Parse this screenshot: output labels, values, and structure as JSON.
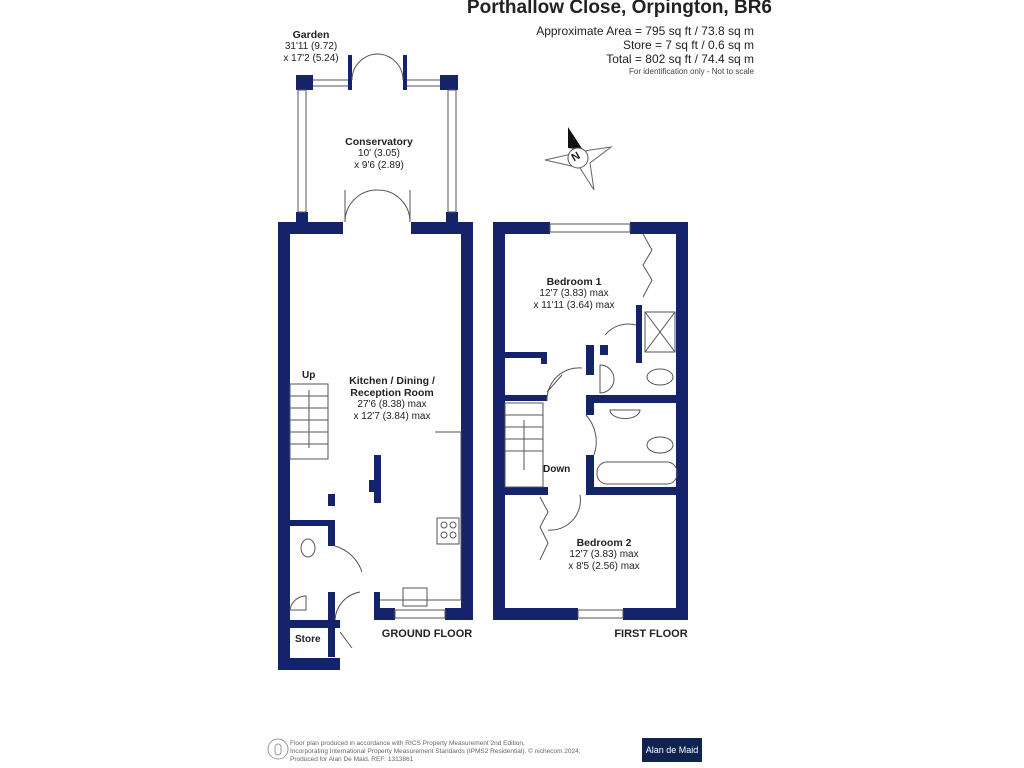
{
  "header": {
    "title": "Porthallow Close, Orpington, BR6",
    "area_lines": [
      "Approximate Area = 795 sq ft / 73.8 sq m",
      "Store = 7 sq ft / 0.6 sq m",
      "Total = 802 sq ft / 74.4 sq m"
    ],
    "note": "For identification only - Not to scale"
  },
  "rooms": {
    "garden": {
      "name": "Garden",
      "dim1": "31'11 (9.72)",
      "dim2": "x 17'2 (5.24)"
    },
    "conservatory": {
      "name": "Conservatory",
      "dim1": "10' (3.05)",
      "dim2": "x 9'6 (2.89)"
    },
    "kitchen": {
      "name1": "Kitchen / Dining /",
      "name2": "Reception Room",
      "dim1": "27'6 (8.38) max",
      "dim2": "x 12'7 (3.84) max"
    },
    "bedroom1": {
      "name": "Bedroom 1",
      "dim1": "12'7 (3.83) max",
      "dim2": "x 11'11 (3.64) max"
    },
    "bedroom2": {
      "name": "Bedroom 2",
      "dim1": "12'7 (3.83) max",
      "dim2": "x 8'5 (2.56) max"
    },
    "store": "Store",
    "up": "Up",
    "down": "Down"
  },
  "floors": {
    "ground": "GROUND FLOOR",
    "first": "FIRST FLOOR"
  },
  "compass": {
    "label": "N",
    "icon": "compass-icon"
  },
  "footer": {
    "lines": [
      "Floor plan produced in accordance with RICS Property Measurement 2nd Edition,",
      "Incorporating International Property Measurement Standards (IPMS2 Residential).   © nichecom 2024.",
      "Produced for Alan De Maid.   REF: 1313861"
    ],
    "brand": "Alan de Maid"
  },
  "colors": {
    "wall": "#14236a",
    "brand": "#0f2350"
  }
}
